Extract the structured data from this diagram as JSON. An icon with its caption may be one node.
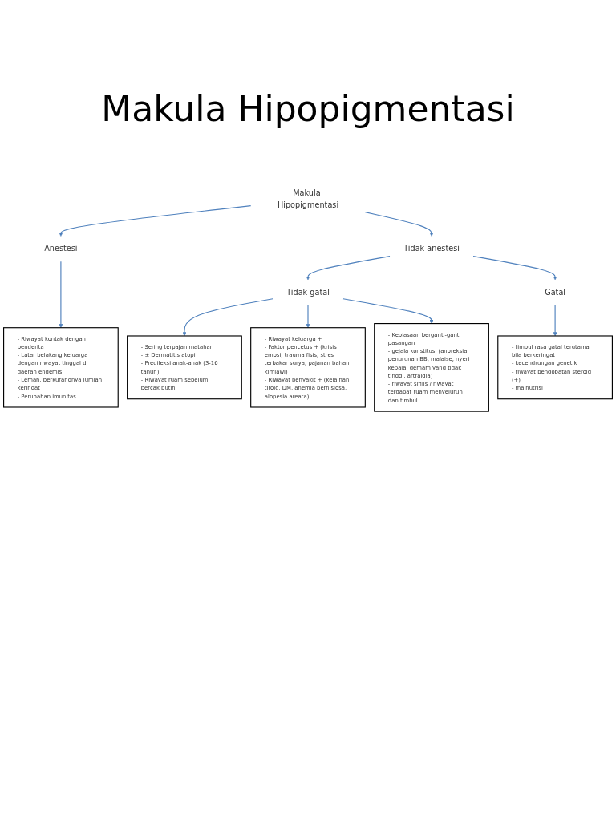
{
  "diagram": {
    "title": "Makula Hipopigmentasi",
    "nodes": [
      {
        "text": [
          "Makula Hipopigmentasi"
        ]
      },
      {
        "text": [
          "Anestesi"
        ]
      },
      {
        "text": [
          "Tidak anestesi"
        ]
      },
      {
        "text": [
          "- Riwayat kontak dengan penderita",
          "- Latar belakang keluarga dengan riwayat tinggal di daerah endemis",
          "- Lemah, berkurangnya jumlah keringat",
          "- Perubahan imunitas"
        ]
      },
      {
        "text": [
          "Tidak gatal"
        ]
      },
      {
        "text": [
          "Gatal"
        ]
      },
      {
        "text": [
          "- Sering terpajan matahari",
          "- ± Dermatitis atopi",
          "- Predileksi anak-anak (3-16 tahun)",
          "- Riwayat ruam sebelum bercak putih"
        ]
      },
      {
        "text": [
          "- Riwayat keluarga +",
          "- Faktor pencetus + (krisis emosi, trauma fisis, stres terbakar surya, pajanan bahan kimiawi)",
          "- Riwayat penyakit + (kelainan tiroid, DM, anemia pernisiosa, alopesia areata)"
        ]
      },
      {
        "text": [
          "- Kebiasaan berganti-ganti pasangan",
          "- gejala konstitusi (anoreksia, penurunan BB, malaise, nyeri kepala, demam yang tidak tinggi, artralgia)",
          "- riwayat sifilis / riwayat terdapat ruam menyeluruh dan timbul"
        ]
      },
      {
        "text": [
          "- timbul rasa gatal terutama bila berkeringat",
          "- kecendrungan genetik",
          "- riwayat pengobatan steroid (+)",
          "- malnutrisi"
        ]
      }
    ],
    "edges": [
      {
        "from": 0,
        "to": 1,
        "arrow": "to"
      },
      {
        "from": 0,
        "to": 2,
        "arrow": "to"
      },
      {
        "from": 1,
        "to": 3,
        "arrow": "to"
      },
      {
        "from": 2,
        "to": 4,
        "arrow": "to"
      },
      {
        "from": 2,
        "to": 5,
        "arrow": "to"
      },
      {
        "from": 4,
        "to": 6,
        "arrow": "to"
      },
      {
        "from": 4,
        "to": 7,
        "arrow": "to"
      },
      {
        "from": 4,
        "to": 8,
        "arrow": "to"
      },
      {
        "from": 5,
        "to": 9,
        "arrow": "to"
      }
    ]
  }
}
